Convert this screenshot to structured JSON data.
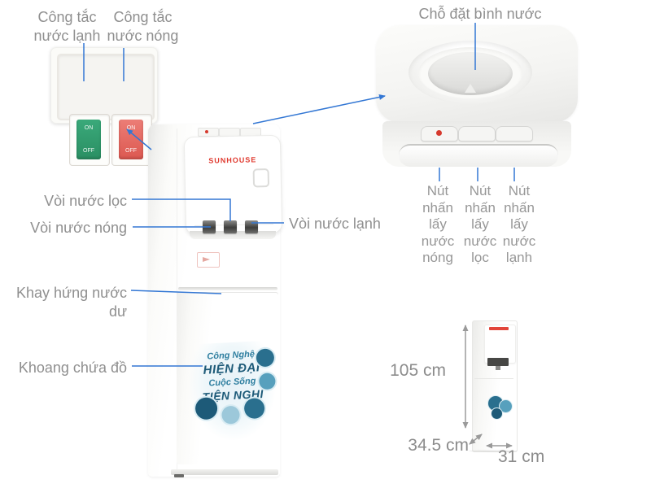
{
  "labels": {
    "switch_cold": "Công tắc\nnước lạnh",
    "switch_hot": "Công tắc\nnước nóng",
    "bottle_seat": "Chỗ đặt bình nước",
    "tap_filtered": "Vòi nước lọc",
    "tap_hot": "Vòi nước nóng",
    "tap_cold": "Vòi nước lạnh",
    "drip_tray": "Khay hứng nước dư",
    "storage": "Khoang chứa đồ",
    "btn_hot": "Nút\nnhấn\nlấy\nnước\nnóng",
    "btn_filtered": "Nút\nnhấn\nlấy\nnước\nlọc",
    "btn_cold": "Nút\nnhấn\nlấy\nnước\nlạnh"
  },
  "switch_panel": {
    "cold_switch": {
      "on": "ON",
      "off": "OFF",
      "color": "#2a8f63"
    },
    "hot_switch": {
      "on": "ON",
      "off": "OFF",
      "color": "#dc5850"
    }
  },
  "dispenser": {
    "brand": "SUNHOUSE",
    "decal": {
      "line1": "Công Nghệ",
      "line2": "HIỆN ĐẠI",
      "line3": "Cuộc Sống",
      "line4": "TIỆN NGHI"
    }
  },
  "dimensions": {
    "height": "105 cm",
    "depth": "34.5 cm",
    "width": "31 cm"
  },
  "colors": {
    "callout_line": "#3377d4",
    "label_text": "#8f8f8f",
    "dimension_arrow": "#9a9a9a",
    "brand_red": "#e03a2f",
    "switch_green": "#2a8f63",
    "switch_red": "#dc5850",
    "decal_dark_teal": "#1d5a78",
    "decal_mid_teal": "#2f7fa0"
  }
}
